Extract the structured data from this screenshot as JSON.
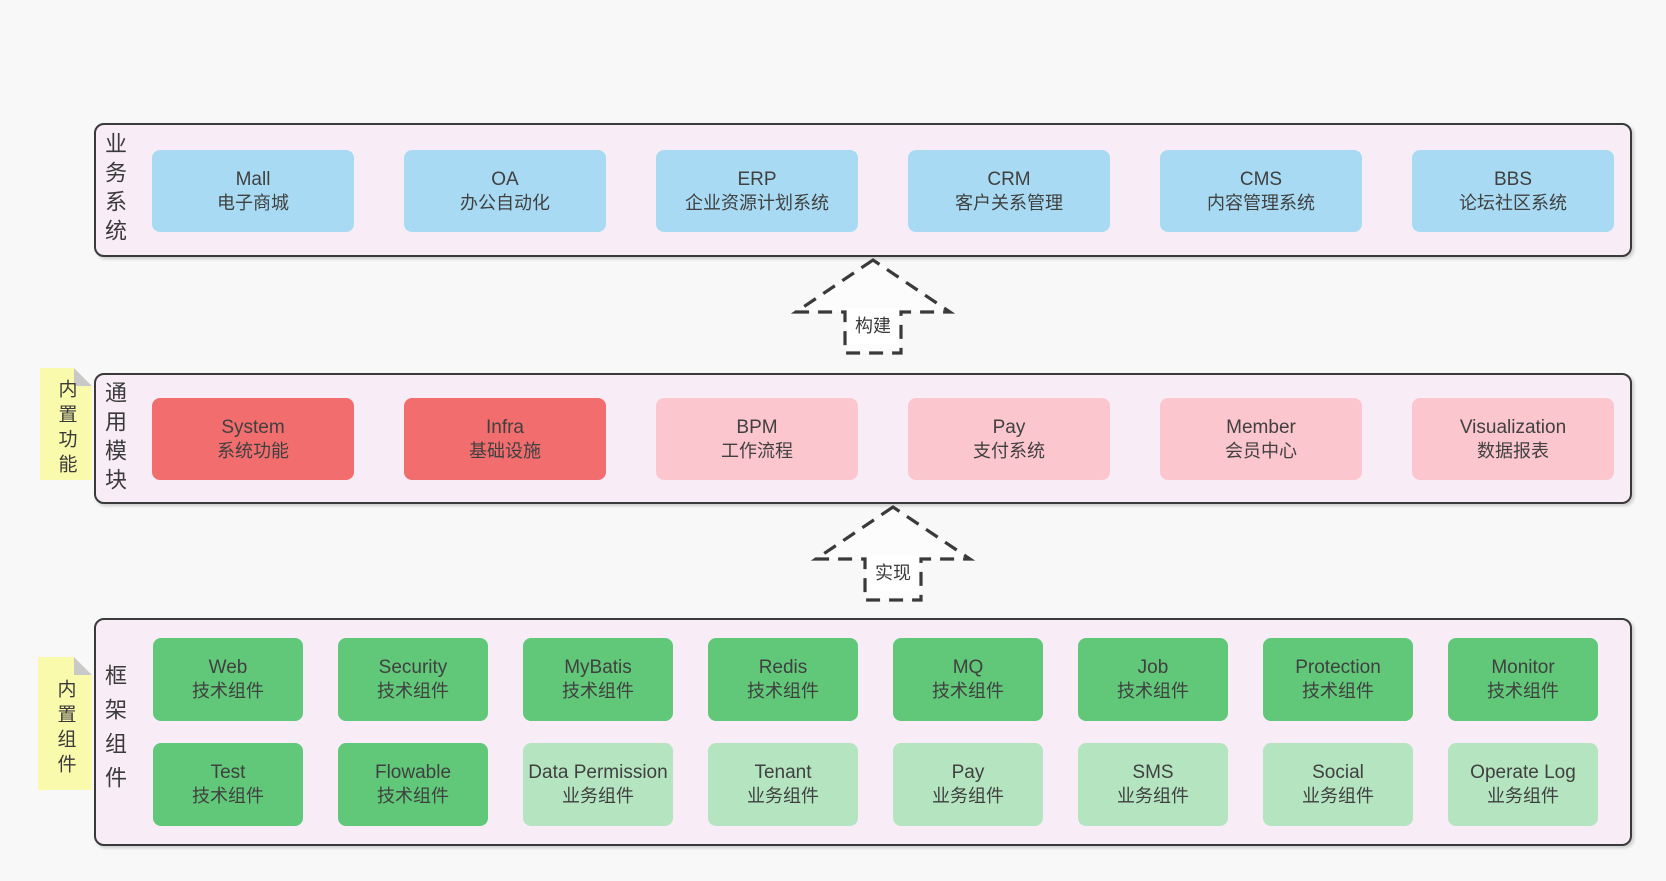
{
  "colors": {
    "page_bg": "#f8f8f8",
    "container_bg": "#f8edf7",
    "container_border": "#3a3a3a",
    "blue": "#a8dbf3",
    "red": "#f26d6d",
    "pink": "#fbc6ce",
    "green_dark": "#60c878",
    "green_light": "#b4e5c0",
    "note_bg": "#fafaad",
    "note_fold": "#c9c9c9",
    "text": "#404040"
  },
  "arrows": {
    "build": "构建",
    "implement": "实现"
  },
  "sections": {
    "business": {
      "label": "业务系统",
      "boxes": [
        {
          "name": "Mall",
          "desc": "电子商城"
        },
        {
          "name": "OA",
          "desc": "办公自动化"
        },
        {
          "name": "ERP",
          "desc": "企业资源计划系统"
        },
        {
          "name": "CRM",
          "desc": "客户关系管理"
        },
        {
          "name": "CMS",
          "desc": "内容管理系统"
        },
        {
          "name": "BBS",
          "desc": "论坛社区系统"
        }
      ]
    },
    "modules": {
      "label": "通用模块",
      "note": "内置功能",
      "boxes": [
        {
          "name": "System",
          "desc": "系统功能",
          "variant": "red"
        },
        {
          "name": "Infra",
          "desc": "基础设施",
          "variant": "red"
        },
        {
          "name": "BPM",
          "desc": "工作流程",
          "variant": "pink"
        },
        {
          "name": "Pay",
          "desc": "支付系统",
          "variant": "pink"
        },
        {
          "name": "Member",
          "desc": "会员中心",
          "variant": "pink"
        },
        {
          "name": "Visualization",
          "desc": "数据报表",
          "variant": "pink"
        }
      ]
    },
    "components": {
      "label": "框架组件",
      "note": "内置组件",
      "row1": [
        {
          "name": "Web",
          "desc": "技术组件",
          "variant": "dark"
        },
        {
          "name": "Security",
          "desc": "技术组件",
          "variant": "dark"
        },
        {
          "name": "MyBatis",
          "desc": "技术组件",
          "variant": "dark"
        },
        {
          "name": "Redis",
          "desc": "技术组件",
          "variant": "dark"
        },
        {
          "name": "MQ",
          "desc": "技术组件",
          "variant": "dark"
        },
        {
          "name": "Job",
          "desc": "技术组件",
          "variant": "dark"
        },
        {
          "name": "Protection",
          "desc": "技术组件",
          "variant": "dark"
        },
        {
          "name": "Monitor",
          "desc": "技术组件",
          "variant": "dark"
        }
      ],
      "row2": [
        {
          "name": "Test",
          "desc": "技术组件",
          "variant": "dark"
        },
        {
          "name": "Flowable",
          "desc": "技术组件",
          "variant": "dark"
        },
        {
          "name": "Data Permission",
          "desc": "业务组件",
          "variant": "light"
        },
        {
          "name": "Tenant",
          "desc": "业务组件",
          "variant": "light"
        },
        {
          "name": "Pay",
          "desc": "业务组件",
          "variant": "light"
        },
        {
          "name": "SMS",
          "desc": "业务组件",
          "variant": "light"
        },
        {
          "name": "Social",
          "desc": "业务组件",
          "variant": "light"
        },
        {
          "name": "Operate Log",
          "desc": "业务组件",
          "variant": "light"
        }
      ]
    }
  }
}
